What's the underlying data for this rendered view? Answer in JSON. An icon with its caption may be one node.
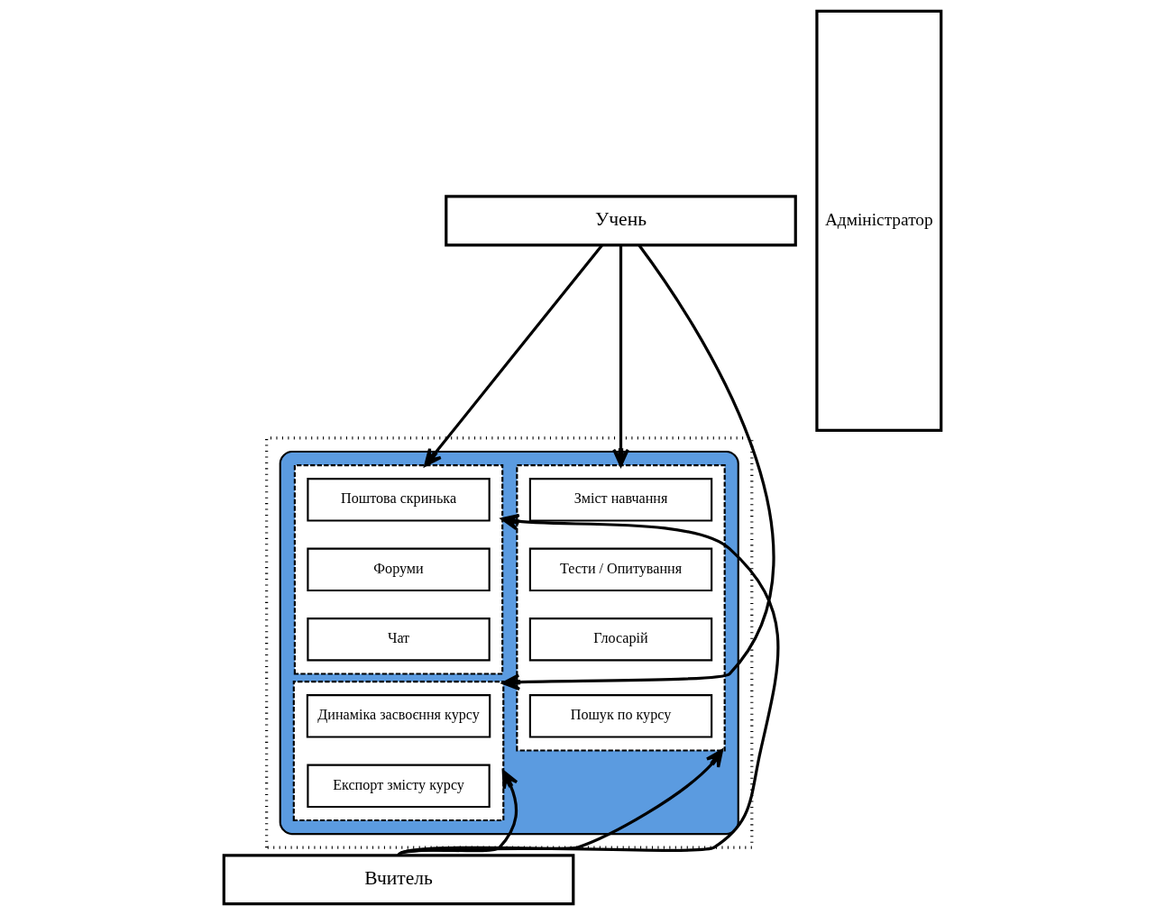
{
  "diagram": {
    "nodes": [
      {
        "text": [
          "Учень"
        ]
      },
      {
        "text": [
          "Адміністратор"
        ]
      },
      {
        "text": [],
        "shape": "box"
      },
      {
        "text": [],
        "shape": "box",
        "in": 2
      },
      {
        "text": [],
        "shape": "box",
        "in": 3
      },
      {
        "text": [
          "Зміст навчання"
        ],
        "in": 4
      },
      {
        "text": [
          "Тести / Опитування"
        ],
        "in": 4
      },
      {
        "text": [
          "Глосарій"
        ],
        "in": 4
      },
      {
        "text": [
          "Пошук по курсу"
        ],
        "in": 4
      },
      {
        "text": [],
        "shape": "box",
        "in": 3
      },
      {
        "text": [
          "Поштова скринька"
        ],
        "in": 9
      },
      {
        "text": [
          "Форуми"
        ],
        "in": 9
      },
      {
        "text": [
          "Чат"
        ],
        "in": 9
      },
      {
        "text": [],
        "shape": "box",
        "in": 3
      },
      {
        "text": [
          "Динаміка засвоєння курсу"
        ],
        "in": 13
      },
      {
        "text": [
          "Експорт змісту курсу"
        ],
        "in": 13
      },
      {
        "text": [
          "Вчитель"
        ]
      }
    ],
    "edges": [
      {
        "from": 0,
        "to": 4,
        "arrow": "to"
      },
      {
        "from": 0,
        "to": 9,
        "arrow": "to"
      },
      {
        "from": 0,
        "to": 13,
        "arrow": "to"
      },
      {
        "from": 16,
        "to": 4,
        "arrow": "to"
      },
      {
        "from": 16,
        "to": 9,
        "arrow": "to"
      },
      {
        "from": 16,
        "to": 13,
        "arrow": "to"
      }
    ]
  }
}
